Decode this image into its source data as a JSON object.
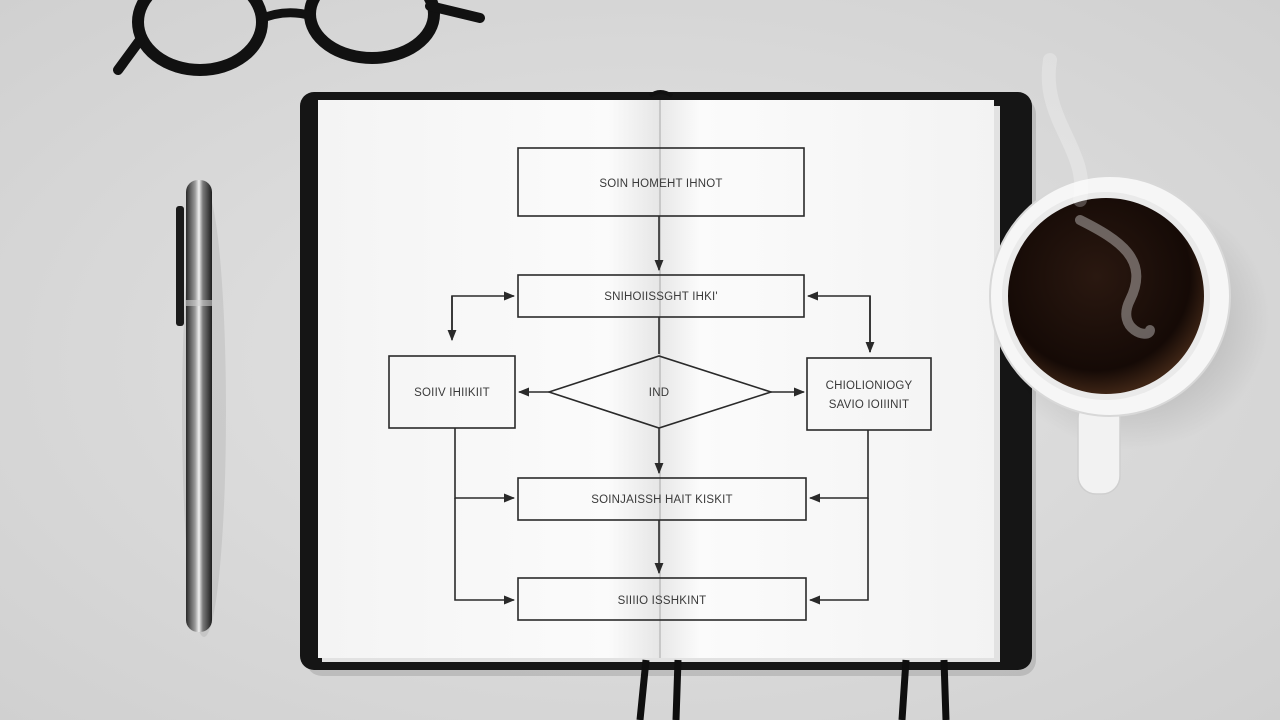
{
  "scene": {
    "background": "#dcdcdc",
    "objects": [
      "eyeglasses",
      "pen",
      "open-notebook",
      "coffee-cup"
    ],
    "notebook_cover_color": "#151515",
    "coffee_color": "#1a0d08"
  },
  "flowchart": {
    "top_box": "SOIN HOMEHT IHNOT",
    "second_box": "SNIHOIISSGHT IHKI'",
    "left_box": "SOIIV IHIIKIIT",
    "decision": "IND",
    "right_box_line1": "CHIOLIONIOGY",
    "right_box_line2": "SAVIO IOIIINIT",
    "fourth_box": "SOINJAISSH HAIT KISKIT",
    "bottom_box": "SIIIIO ISSHKINT"
  }
}
